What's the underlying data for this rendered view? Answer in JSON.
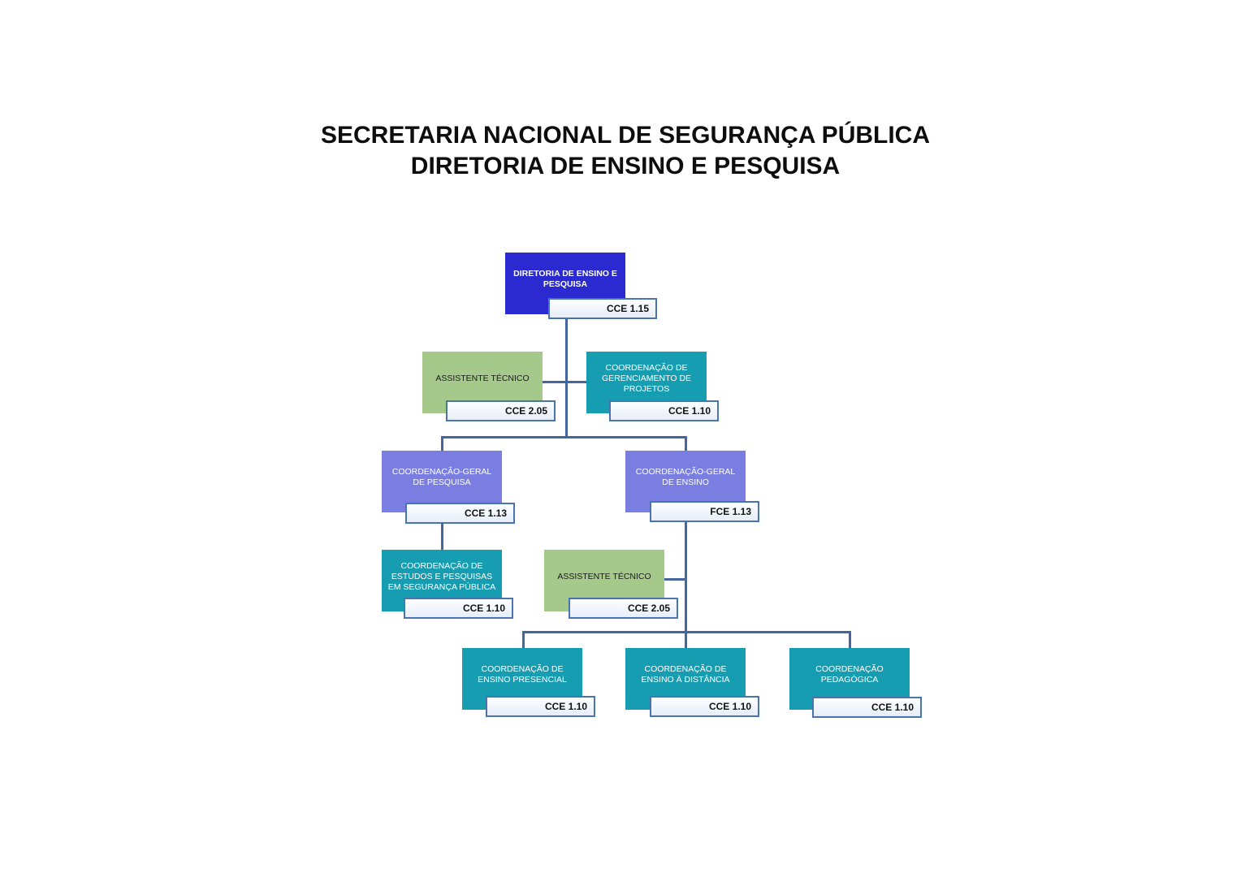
{
  "title": {
    "line1": "SECRETARIA NACIONAL DE SEGURANÇA PÚBLICA",
    "line2": "DIRETORIA DE ENSINO E PESQUISA"
  },
  "colors": {
    "director": "#2a2ad0",
    "teal": "#179db2",
    "green": "#a5c98a",
    "purple": "#7a7ee0",
    "connector": "#44659e",
    "label_border": "#4a74b0"
  },
  "nodes": [
    {
      "id": "diretoria",
      "label": "DIRETORIA DE ENSINO E PESQUISA",
      "code": "CCE 1.15",
      "type": "director",
      "parent": null
    },
    {
      "id": "assistente-tecnico-1",
      "label": "ASSISTENTE TÉCNICO",
      "code": "CCE 2.05",
      "type": "green",
      "parent": "diretoria"
    },
    {
      "id": "gerenciamento-projetos",
      "label": "COORDENAÇÃO DE GERENCIAMENTO DE PROJETOS",
      "code": "CCE 1.10",
      "type": "teal",
      "parent": "diretoria"
    },
    {
      "id": "cg-pesquisa",
      "label": "COORDENAÇÃO-GERAL DE PESQUISA",
      "code": "CCE 1.13",
      "type": "purple",
      "parent": "diretoria"
    },
    {
      "id": "cg-ensino",
      "label": "COORDENAÇÃO-GERAL DE ENSINO",
      "code": "FCE 1.13",
      "type": "purple",
      "parent": "diretoria"
    },
    {
      "id": "estudos-pesquisas",
      "label": "COORDENAÇÃO DE ESTUDOS E PESQUISAS EM SEGURANÇA PÚBLICA",
      "code": "CCE 1.10",
      "type": "teal",
      "parent": "cg-pesquisa"
    },
    {
      "id": "assistente-tecnico-2",
      "label": "ASSISTENTE TÉCNICO",
      "code": "CCE 2.05",
      "type": "green",
      "parent": "cg-ensino"
    },
    {
      "id": "ensino-presencial",
      "label": "COORDENAÇÃO DE ENSINO PRESENCIAL",
      "code": "CCE 1.10",
      "type": "teal",
      "parent": "cg-ensino"
    },
    {
      "id": "ensino-distancia",
      "label": "COORDENAÇÃO DE ENSINO À DISTÂNCIA",
      "code": "CCE 1.10",
      "type": "teal",
      "parent": "cg-ensino"
    },
    {
      "id": "pedagogica",
      "label": "COORDENAÇÃO PEDAGÓGICA",
      "code": "CCE 1.10",
      "type": "teal",
      "parent": "cg-ensino"
    }
  ]
}
